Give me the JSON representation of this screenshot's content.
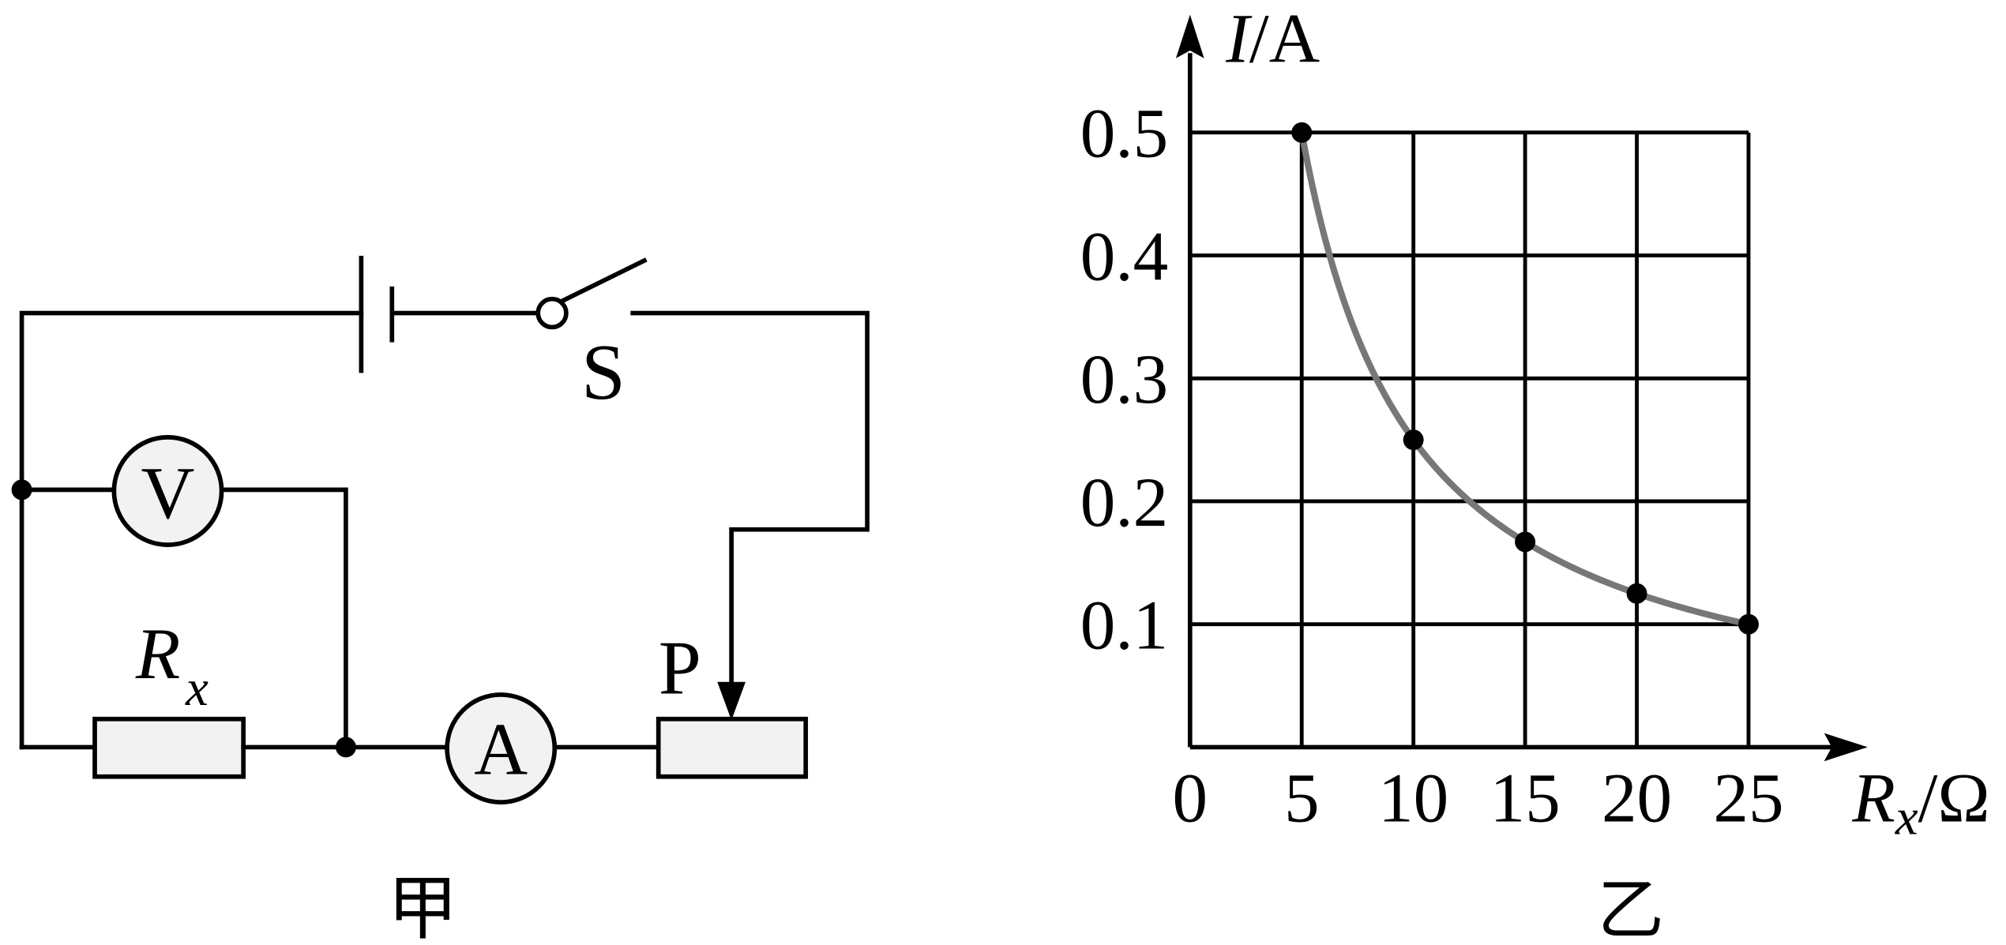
{
  "figure_jia": {
    "caption": "甲",
    "switch_label": "S",
    "voltmeter_label": "V",
    "ammeter_label": "A",
    "resistor_label": {
      "symbol": "R",
      "subscript": "x"
    },
    "slider_label": "P"
  },
  "figure_yi": {
    "caption": "乙"
  },
  "colors": {
    "line": "#000000",
    "curve": "#777777",
    "component_fill": "#f2f2f2"
  },
  "chart_data": {
    "type": "line",
    "x": [
      5,
      10,
      15,
      20,
      25
    ],
    "y": [
      0.5,
      0.25,
      0.167,
      0.125,
      0.1
    ],
    "xlabel": "Rx/Ω",
    "ylabel": "I/A",
    "xlim": [
      0,
      25
    ],
    "ylim": [
      0,
      0.5
    ],
    "xticks": [
      0,
      5,
      10,
      15,
      20,
      25
    ],
    "yticks": [
      0.1,
      0.2,
      0.3,
      0.4,
      0.5
    ],
    "grid": true,
    "markers": true,
    "curve": "smooth"
  }
}
